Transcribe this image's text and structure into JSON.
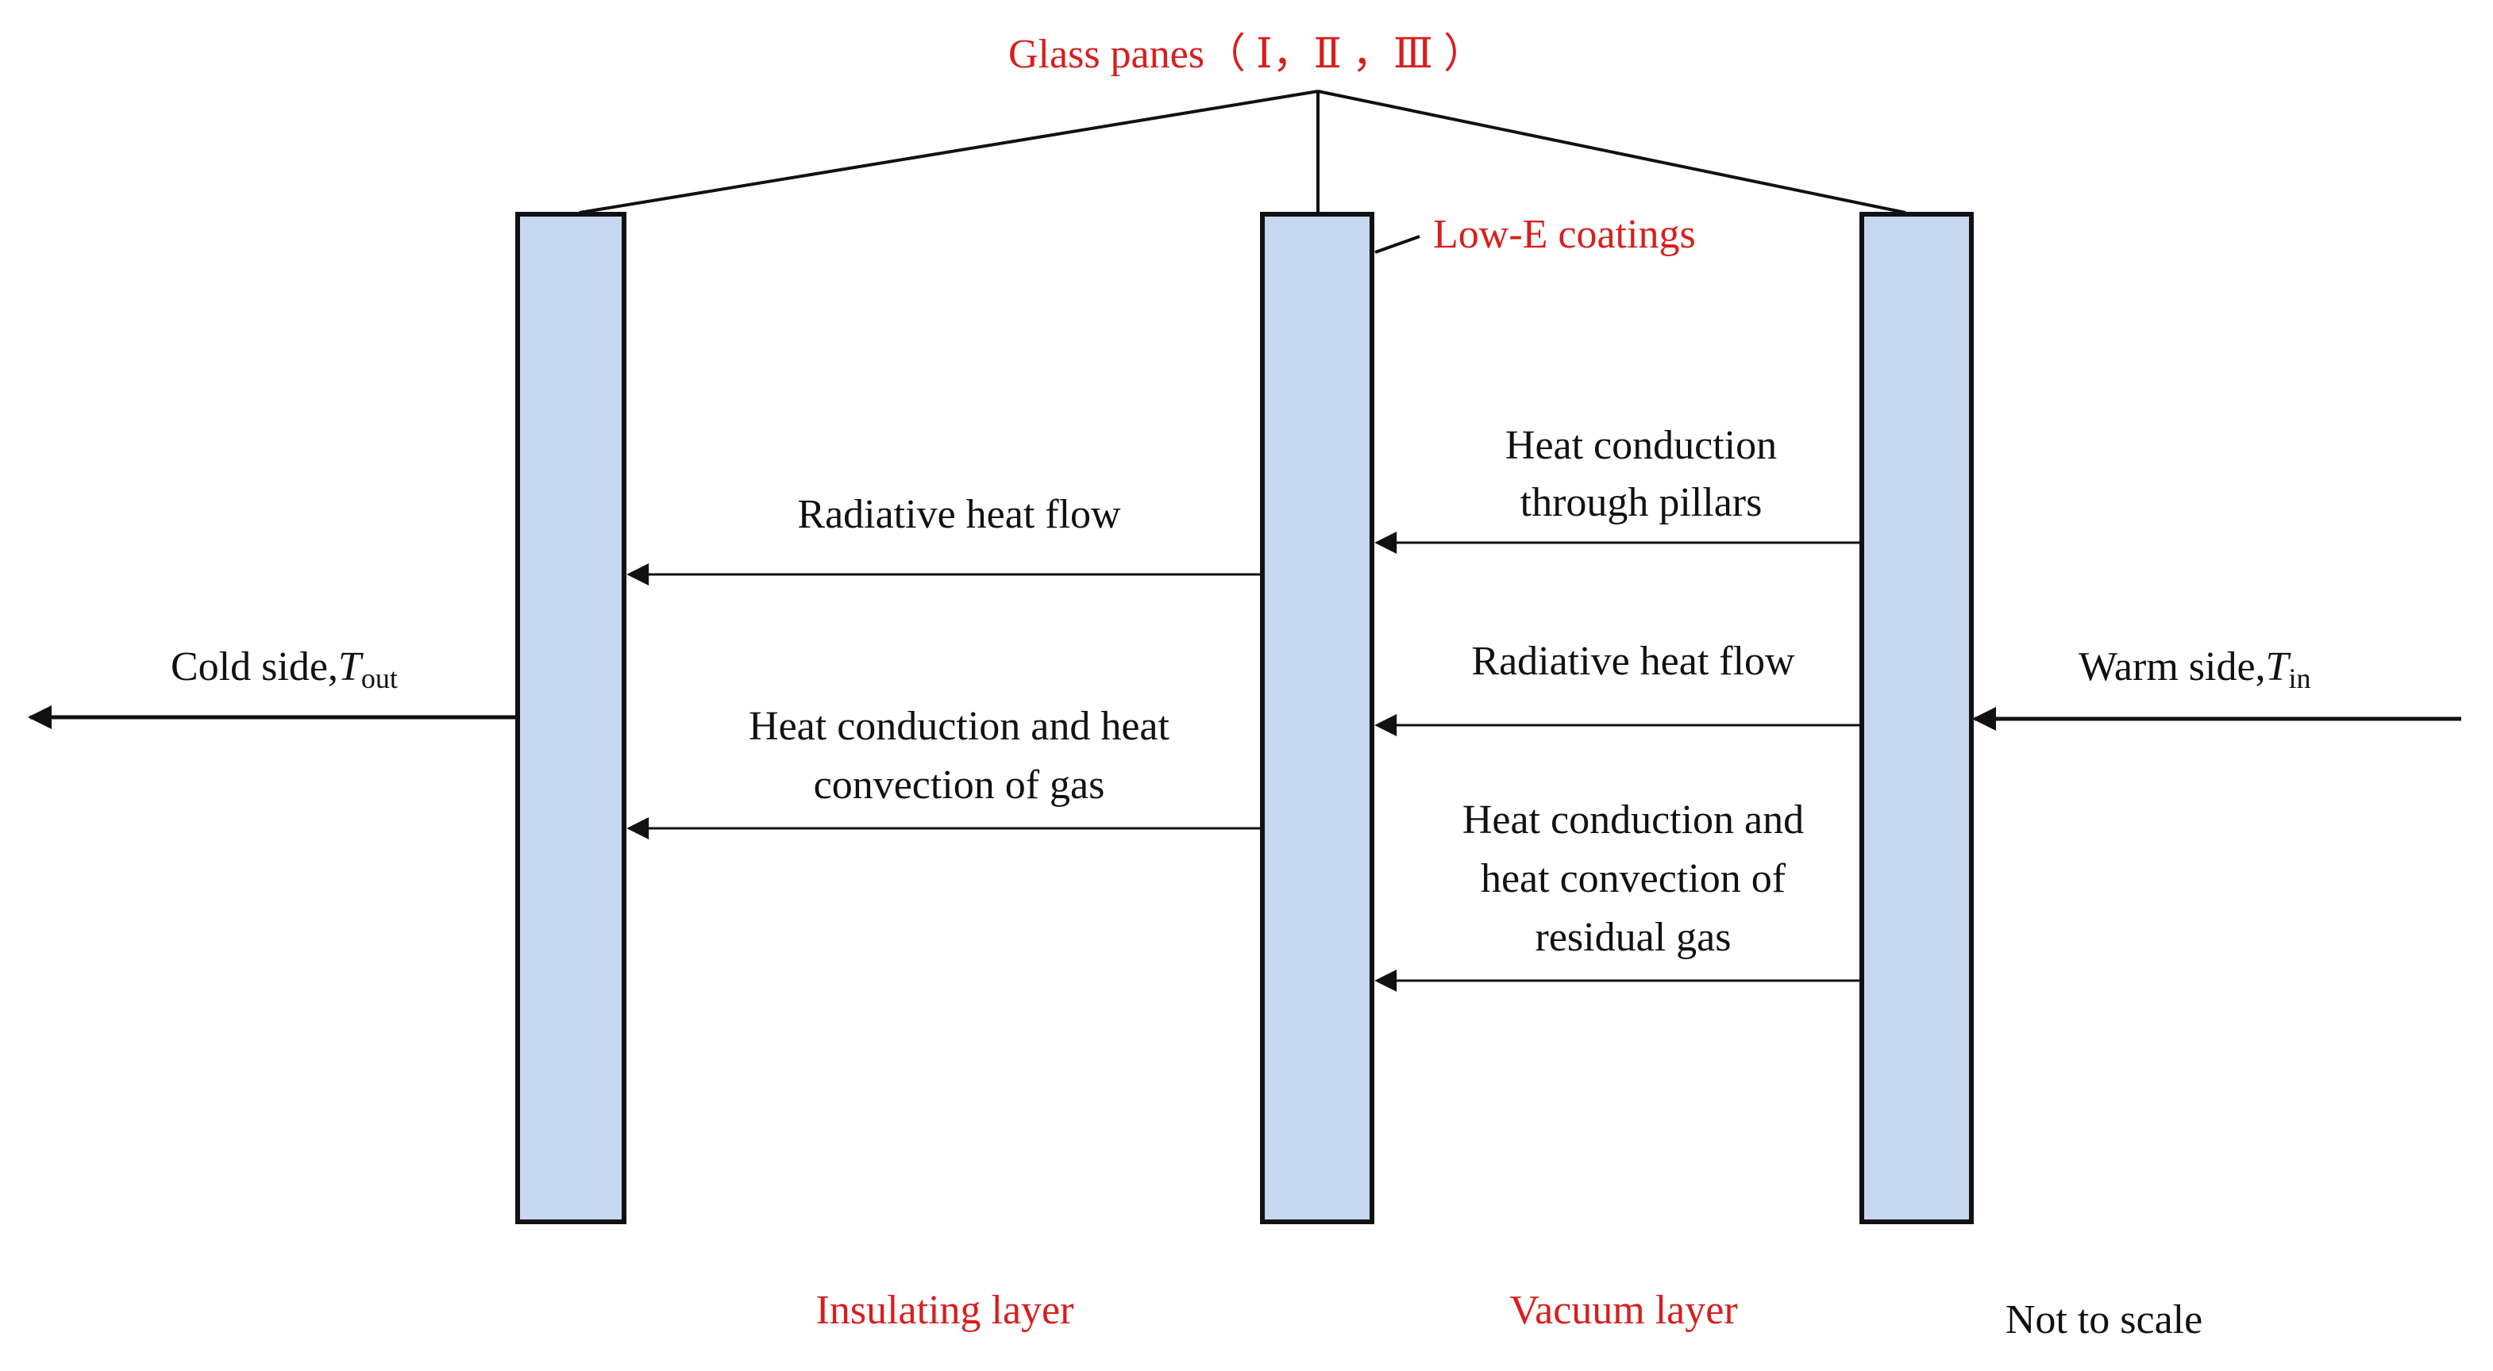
{
  "labels": {
    "glass_panes": "Glass panes（ Ⅰ，Ⅱ ，Ⅲ ）",
    "low_e": "Low-E coatings",
    "cold_side_prefix": "Cold side,",
    "cold_T": "T",
    "cold_sub": "out",
    "warm_side_prefix": "Warm side,",
    "warm_T": "T",
    "warm_sub": "in",
    "insulating_layer": "Insulating layer",
    "vacuum_layer": "Vacuum layer",
    "not_to_scale": "Not to scale"
  },
  "insulating_flows": [
    {
      "lines": [
        "Radiative heat flow"
      ]
    },
    {
      "lines": [
        "Heat conduction and heat",
        "convection of gas"
      ]
    }
  ],
  "vacuum_flows": [
    {
      "lines": [
        "Heat conduction",
        "through pillars"
      ]
    },
    {
      "lines": [
        "Radiative heat flow"
      ]
    },
    {
      "lines": [
        "Heat conduction and",
        "heat convection of",
        "residual gas"
      ]
    }
  ],
  "colors": {
    "pane_fill": "#c5d8f0",
    "pane_stroke": "#111111",
    "accent_red": "#d81e1e",
    "line": "#111111"
  }
}
